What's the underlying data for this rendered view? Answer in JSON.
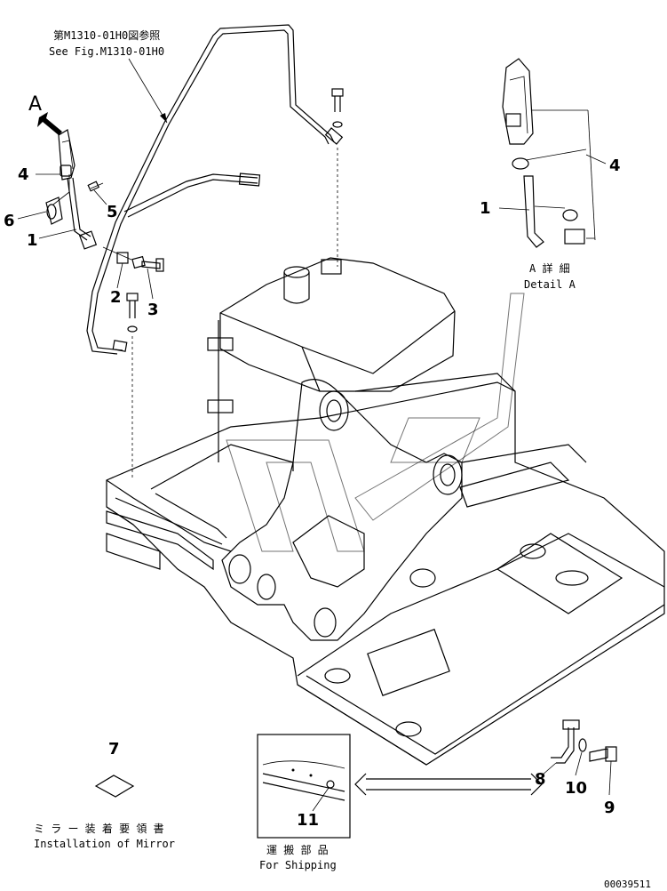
{
  "refs": {
    "fig_ref_jp": "第M1310-01H0図参照",
    "fig_ref_en": "See Fig.M1310-01H0",
    "view_letter": "A",
    "detail_jp": "A 詳 細",
    "detail_en": "Detail A",
    "manual_jp": "ミ ラ ー 装 着 要 領 書",
    "manual_en": "Installation of Mirror",
    "shipping_jp": "運 搬 部 品",
    "shipping_en": "For Shipping",
    "drawing_no": "00039511"
  },
  "callouts": {
    "n1": "1",
    "n2": "2",
    "n3": "3",
    "n4": "4",
    "n5": "5",
    "n6": "6",
    "n7": "7",
    "n8": "8",
    "n9": "9",
    "n10": "10",
    "n11": "11",
    "d1": "1",
    "d4": "4"
  }
}
